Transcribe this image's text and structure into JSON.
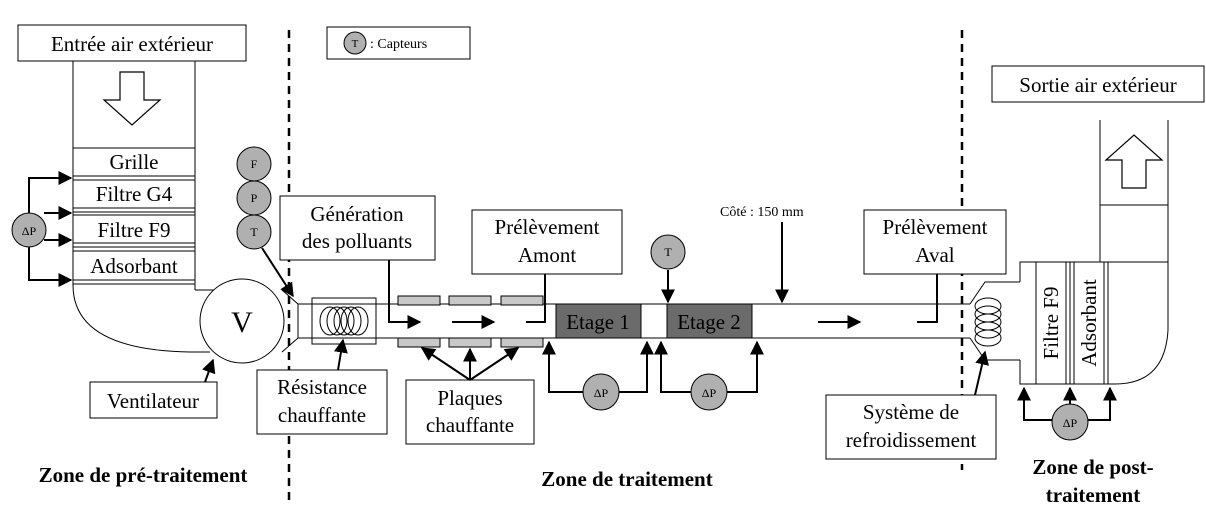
{
  "inlet": {
    "title": "Entrée air extérieur",
    "layers": [
      "Grille",
      "Filtre G4",
      "Filtre F9",
      "Adsorbant"
    ],
    "dp": "ΔP"
  },
  "sensors": {
    "legend_symbol": "T",
    "legend_text": ": Capteurs",
    "flow": "F",
    "pressure": "P",
    "temperature": "T"
  },
  "fan": {
    "symbol": "V",
    "label": "Ventilateur"
  },
  "heater": {
    "label_line1": "Résistance",
    "label_line2": "chauffante"
  },
  "pollutant": {
    "line1": "Génération",
    "line2": "des polluants"
  },
  "plates": {
    "line1": "Plaques",
    "line2": "chauffante"
  },
  "sampling_up": {
    "line1": "Prélèvement",
    "line2": "Amont"
  },
  "stages": {
    "stage1": "Etage 1",
    "stage2": "Etage 2",
    "dp": "ΔP"
  },
  "duct": {
    "side_label": "Côté : 150 mm"
  },
  "sampling_down": {
    "line1": "Prélèvement",
    "line2": "Aval"
  },
  "cooling": {
    "line1": "Système de",
    "line2": "refroidissement"
  },
  "outlet": {
    "title": "Sortie air extérieur",
    "filter": "Filtre F9",
    "adsorbent": "Adsorbant",
    "dp": "ΔP"
  },
  "zones": {
    "pre": "Zone de pré-traitement",
    "main": "Zone de traitement",
    "post_line1": "Zone de post-",
    "post_line2": "traitement"
  },
  "colors": {
    "stage_fill": "#6b6b6b",
    "sensor_fill": "#b0b0b0",
    "plate_fill": "#c8c8c8"
  }
}
